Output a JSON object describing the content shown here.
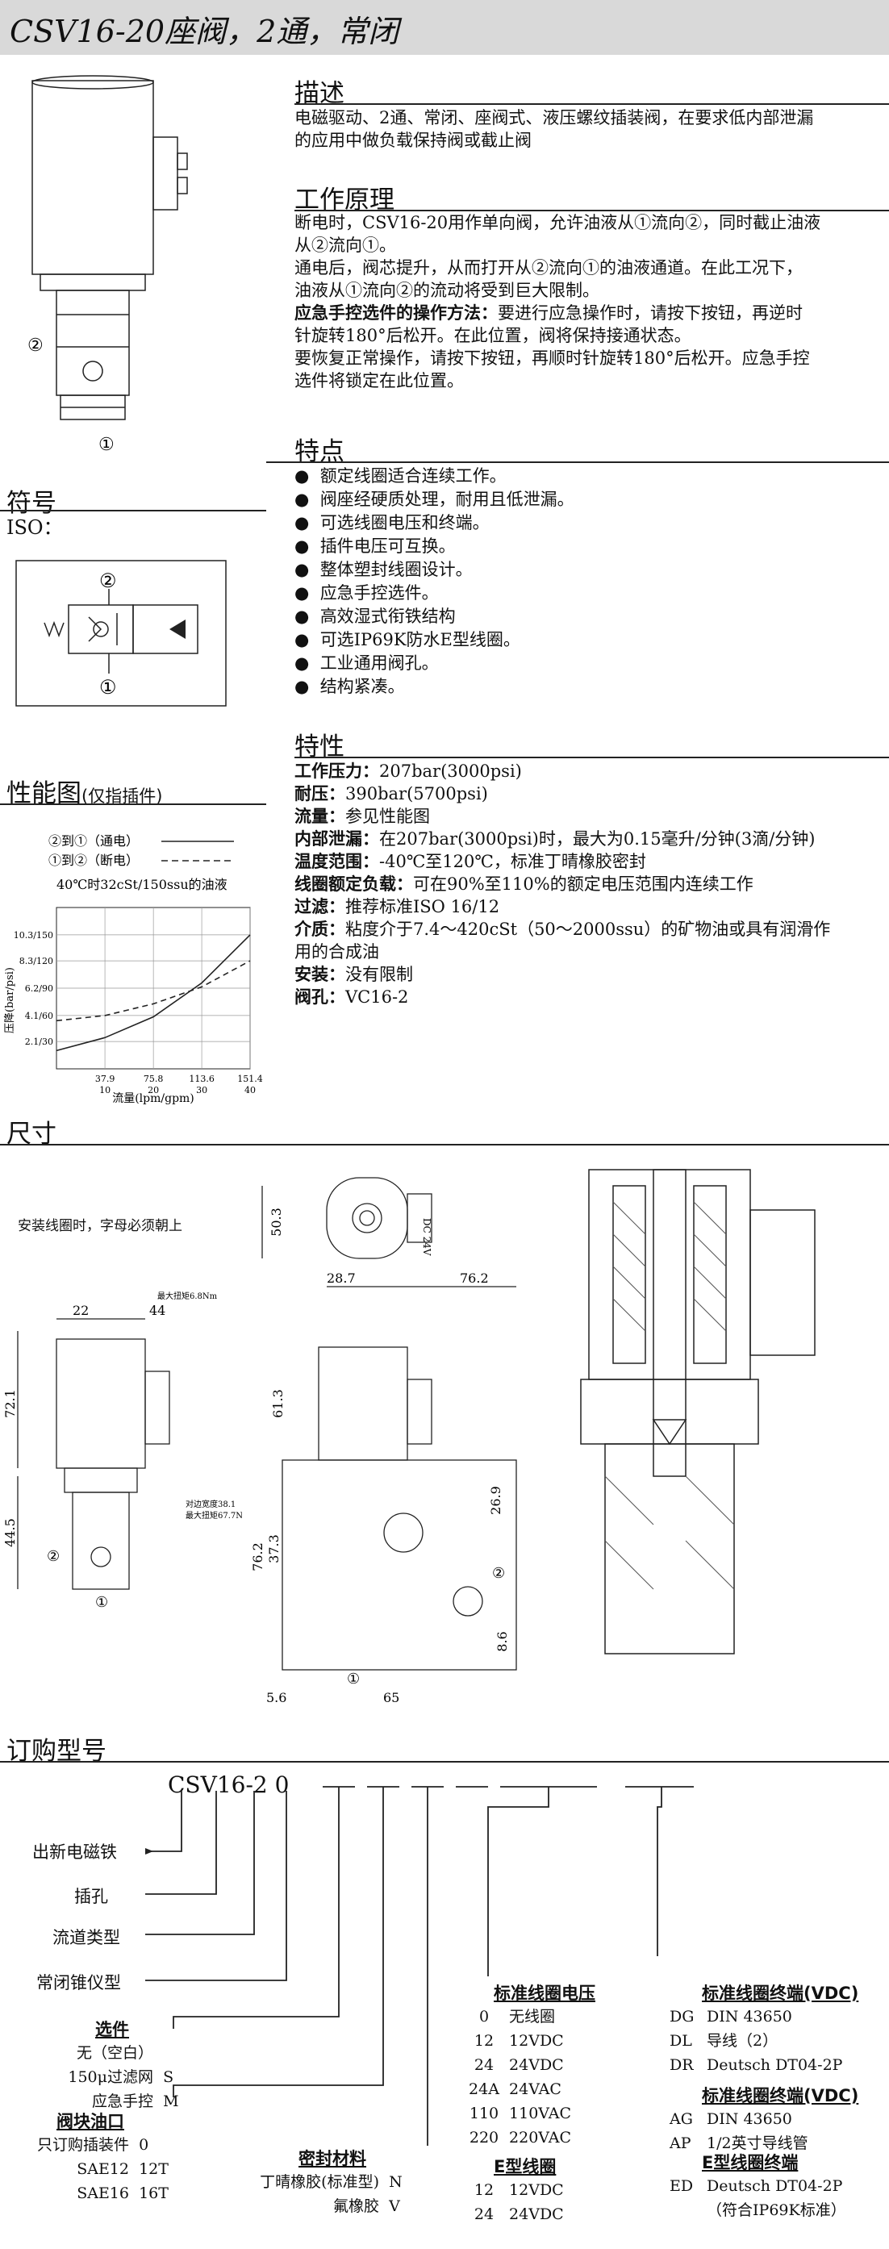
{
  "title": "CSV16-20座阀，2通，常闭",
  "description": {
    "heading": "描述",
    "text1": "电磁驱动、2通、常闭、座阀式、液压螺纹插装阀，在要求低内部泄漏",
    "text2": "的应用中做负载保持阀或截止阀"
  },
  "principle": {
    "heading": "工作原理",
    "lines": [
      "断电时，CSV16-20用作单向阀，允许油液从①流向②，同时截止油液",
      "从②流向①。",
      "通电后，阀芯提升，从而打开从②流向①的油液通道。在此工况下，",
      "油液从①流向②的流动将受到巨大限制。",
      "要恢复正常操作，请按下按钮，再顺时针旋转180°后松开。应急手控",
      "选件将锁定在此位置。"
    ],
    "manual_label": "应急手控选件的操作方法：",
    "manual_text1": "要进行应急操作时，请按下按钮，再逆时",
    "manual_text2": "针旋转180°后松开。在此位置，阀将保持接通状态。"
  },
  "features": {
    "heading": "特点",
    "items": [
      "额定线圈适合连续工作。",
      "阀座经硬质处理，耐用且低泄漏。",
      "可选线圈电压和终端。",
      "插件电压可互换。",
      "整体塑封线圈设计。",
      "应急手控选件。",
      "高效湿式衔铁结构",
      "可选IP69K防水E型线圈。",
      "工业通用阀孔。",
      "结构紧凑。"
    ]
  },
  "specs": {
    "heading": "特性",
    "rows": [
      {
        "label": "工作压力：",
        "value": "207bar(3000psi)"
      },
      {
        "label": "耐压：",
        "value": "390bar(5700psi)"
      },
      {
        "label": "流量：",
        "value": "参见性能图"
      },
      {
        "label": "内部泄漏：",
        "value": "在207bar(3000psi)时，最大为0.15毫升/分钟(3滴/分钟)"
      },
      {
        "label": "温度范围：",
        "value": "-40℃至120℃，标准丁晴橡胶密封"
      },
      {
        "label": "线圈额定负载：",
        "value": "可在90%至110%的额定电压范围内连续工作"
      },
      {
        "label": "过滤：",
        "value": "推荐标准ISO 16/12"
      },
      {
        "label": "介质：",
        "value": "粘度介于7.4～420cSt（50～2000ssu）的矿物油或具有润滑作"
      },
      {
        "label": "",
        "value": "用的合成油"
      },
      {
        "label": "安装：",
        "value": "没有限制"
      },
      {
        "label": "阀孔：",
        "value": "VC16-2"
      }
    ]
  },
  "symbol": {
    "heading": "符号",
    "iso": "ISO：",
    "port2": "②",
    "port1": "①"
  },
  "image_labels": {
    "port2": "②",
    "port1": "①"
  },
  "performance": {
    "heading": "性能图",
    "note": "(仅指插件)",
    "legend1": "②到①（通电）",
    "legend2": "①到②（断电）",
    "condition": "40℃时32cSt/150ssu的油液",
    "ylabel": "压降(bar/psi)",
    "xlabel": "流量(lpm/gpm)",
    "yticks": [
      "10.3/150",
      "8.3/120",
      "6.2/90",
      "4.1/60",
      "2.1/30"
    ],
    "xticks_top": [
      "37.9",
      "75.8",
      "113.6",
      "151.4"
    ],
    "xticks_bottom": [
      "10",
      "20",
      "30",
      "40"
    ]
  },
  "chart_data": {
    "type": "line",
    "title": "",
    "xlabel": "流量(lpm/gpm)",
    "ylabel": "压降(bar/psi)",
    "xlim": [
      0,
      151.4
    ],
    "ylim": [
      0,
      12.4
    ],
    "series": [
      {
        "name": "②到①（通电）",
        "style": "solid",
        "x": [
          0,
          37.9,
          75.8,
          113.6,
          151.4
        ],
        "y": [
          1.4,
          2.4,
          4.0,
          6.6,
          10.3
        ]
      },
      {
        "name": "①到②（断电）",
        "style": "dashed",
        "x": [
          0,
          37.9,
          75.8,
          113.6,
          151.4
        ],
        "y": [
          3.7,
          4.1,
          5.0,
          6.3,
          8.3
        ]
      }
    ]
  },
  "dimensions": {
    "heading": "尺寸",
    "note": "安装线圈时，字母必须朝上",
    "d_50_3": "50.3",
    "d_28_7": "28.7",
    "d_76_2a": "76.2",
    "d_22": "22",
    "d_44": "44",
    "d_maxtorque": "最大扭矩6.8Nm",
    "d_72_1": "72.1",
    "d_44_5": "44.5",
    "d_hex": "对边宽度38.1",
    "d_hextorque": "最大扭矩67.7Nm",
    "d_61_3": "61.3",
    "d_26_9": "26.9",
    "d_37_3": "37.3",
    "d_76_2b": "76.2",
    "d_8_6": "8.6",
    "d_5_6": "5.6",
    "d_65": "65",
    "coil_text": "DC 24V",
    "port1": "①",
    "port2": "②"
  },
  "ordering": {
    "heading": "订购型号",
    "code": "CSV16-2 0",
    "labels": [
      "出新电磁铁",
      "插孔",
      "流道类型",
      "常闭锥仪型"
    ],
    "options": {
      "heading": "选件",
      "rows": [
        {
          "name": "无（空白）",
          "code": ""
        },
        {
          "name": "150μ过滤网",
          "code": "S"
        },
        {
          "name": "应急手控",
          "code": "M"
        }
      ]
    },
    "port": {
      "heading": "阀块油口",
      "rows": [
        {
          "name": "只订购插装件",
          "code": "0"
        },
        {
          "name": "SAE12",
          "code": "12T"
        },
        {
          "name": "SAE16",
          "code": "16T"
        }
      ]
    },
    "seal": {
      "heading": "密封材料",
      "rows": [
        {
          "name": "丁晴橡胶(标准型)",
          "code": "N"
        },
        {
          "name": "氟橡胶",
          "code": "V"
        }
      ]
    },
    "voltage": {
      "heading": "标准线圈电压",
      "rows": [
        {
          "code": "0",
          "name": "无线圈"
        },
        {
          "code": "12",
          "name": "12VDC"
        },
        {
          "code": "24",
          "name": "24VDC"
        },
        {
          "code": "24A",
          "name": "24VAC"
        },
        {
          "code": "110",
          "name": "110VAC"
        },
        {
          "code": "220",
          "name": "220VAC"
        }
      ]
    },
    "etype": {
      "heading": "E型线圈",
      "rows": [
        {
          "code": "12",
          "name": "12VDC"
        },
        {
          "code": "24",
          "name": "24VDC"
        }
      ]
    },
    "terminal_dc": {
      "heading": "标准线圈终端(VDC)",
      "rows": [
        {
          "code": "DG",
          "name": "DIN 43650"
        },
        {
          "code": "DL",
          "name": "导线（2）"
        },
        {
          "code": "DR",
          "name": "Deutsch DT04-2P"
        }
      ]
    },
    "terminal_ac": {
      "heading": "标准线圈终端(VDC)",
      "rows": [
        {
          "code": "AG",
          "name": "DIN 43650"
        },
        {
          "code": "AP",
          "name": "1/2英寸导线管"
        }
      ]
    },
    "terminal_e": {
      "heading": "E型线圈终端",
      "rows": [
        {
          "code": "ED",
          "name": "Deutsch DT04-2P"
        },
        {
          "code": "",
          "name": "（符合IP69K标准）"
        }
      ]
    }
  }
}
